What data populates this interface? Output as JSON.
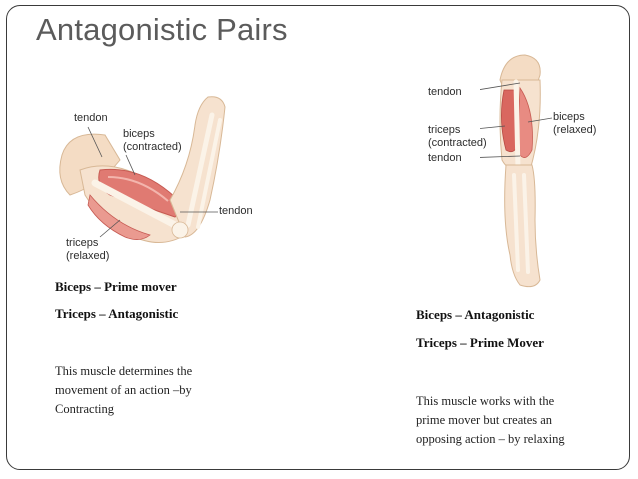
{
  "slide": {
    "title": "Antagonistic Pairs"
  },
  "left_figure": {
    "labels": {
      "tendon_top": "tendon",
      "biceps_line1": "biceps",
      "biceps_line2": "(contracted)",
      "tendon_right": "tendon",
      "triceps_line1": "triceps",
      "triceps_line2": "(relaxed)"
    }
  },
  "right_figure": {
    "labels": {
      "tendon_top": "tendon",
      "triceps_line1": "triceps",
      "triceps_line2": "(contracted)",
      "tendon_bottom": "tendon",
      "biceps_line1": "biceps",
      "biceps_line2": "(relaxed)"
    }
  },
  "left_text": {
    "line1": "Biceps – Prime mover",
    "line2": "Triceps – Antagonistic",
    "desc_line1": "This muscle determines the",
    "desc_line2": "movement of an action –by",
    "desc_line3": "Contracting"
  },
  "right_text": {
    "line1": "Biceps – Antagonistic",
    "line2": "Triceps – Prime Mover",
    "desc_line1": "This muscle works with the",
    "desc_line2": "prime mover but creates an",
    "desc_line3": "opposing action – by relaxing"
  }
}
